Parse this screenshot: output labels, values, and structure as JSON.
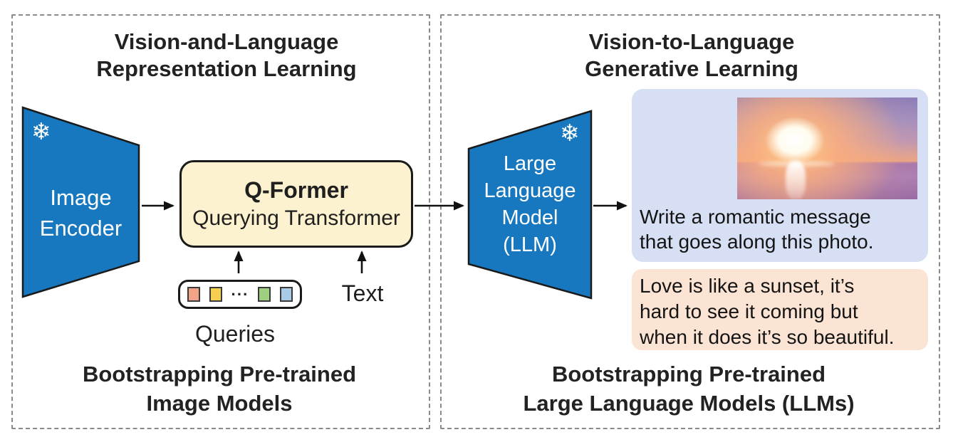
{
  "figure": {
    "description_tag": "BLIP-2 two-stage pre-training diagram"
  },
  "icons": {
    "snowflake": "❄"
  },
  "colors": {
    "encoder_blue": "#1878BF",
    "qformer_yellow": "#FCF2CF",
    "prompt_box_blue": "#D6DFF3",
    "response_box_peach": "#FBE4D3",
    "shape_outline": "#1a1a1a",
    "dashed_border_gray": "#8a8a8a",
    "arrow_black": "#111111",
    "query_colors": [
      "#F2A287",
      "#F5D050",
      "#9ECE80",
      "#A9CBE8"
    ]
  },
  "left_panel": {
    "title": [
      "Vision-and-Language",
      "Representation Learning"
    ],
    "image_encoder_label": [
      "Image",
      "Encoder"
    ],
    "qformer_title": "Q-Former",
    "qformer_subtitle": "Querying Transformer",
    "queries_dots": "···",
    "queries_label": "Queries",
    "text_label": "Text",
    "caption": [
      "Bootstrapping Pre-trained",
      "Image Models"
    ]
  },
  "right_panel": {
    "title": [
      "Vision-to-Language",
      "Generative Learning"
    ],
    "llm_label": [
      "Large",
      "Language",
      "Model",
      "(LLM)"
    ],
    "prompt_text": [
      "Write a romantic message",
      "that goes along this photo."
    ],
    "response_text": [
      "Love is like a sunset, it’s",
      "hard to see it coming but",
      "when it does it’s so beautiful."
    ],
    "caption": [
      "Bootstrapping Pre-trained",
      "Large Language Models (LLMs)"
    ]
  }
}
